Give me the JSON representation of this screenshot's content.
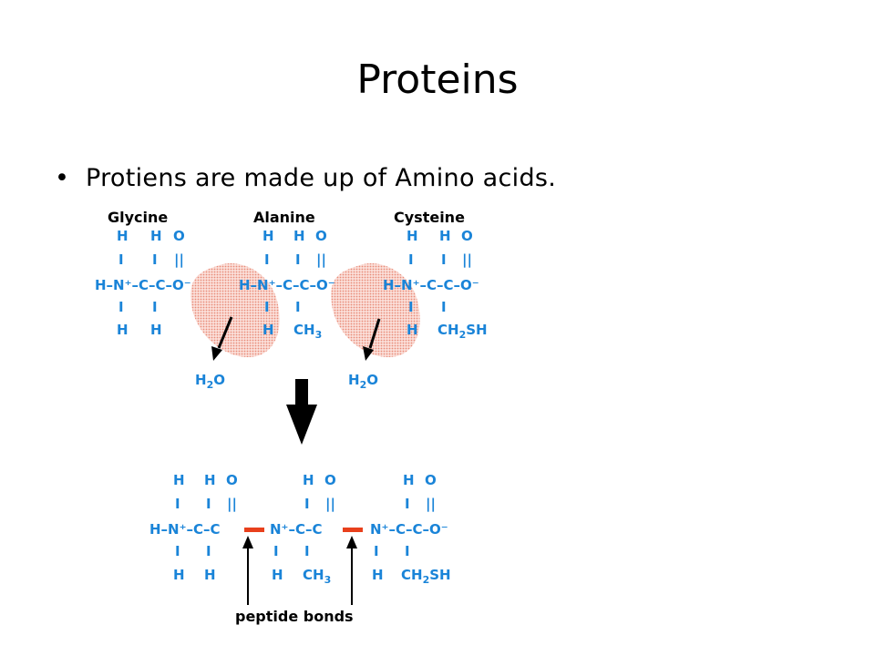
{
  "slide": {
    "title": "Proteins",
    "bullet": "Protiens are made up of Amino acids."
  },
  "diagram": {
    "labels": {
      "glycine": "Glycine",
      "alanine": "Alanine",
      "cysteine": "Cysteine",
      "peptide_bonds": "peptide bonds"
    },
    "water": {
      "h": "H",
      "sub": "2",
      "o": "O"
    },
    "side_chains": {
      "ch": "CH",
      "ch_sub": "3",
      "ch2": "CH",
      "ch2_sub": "2",
      "sh": "SH"
    },
    "colors": {
      "atom": "#1a84d8",
      "bond_highlight": "#e8401c",
      "water_blob": "#f2a89a"
    }
  }
}
